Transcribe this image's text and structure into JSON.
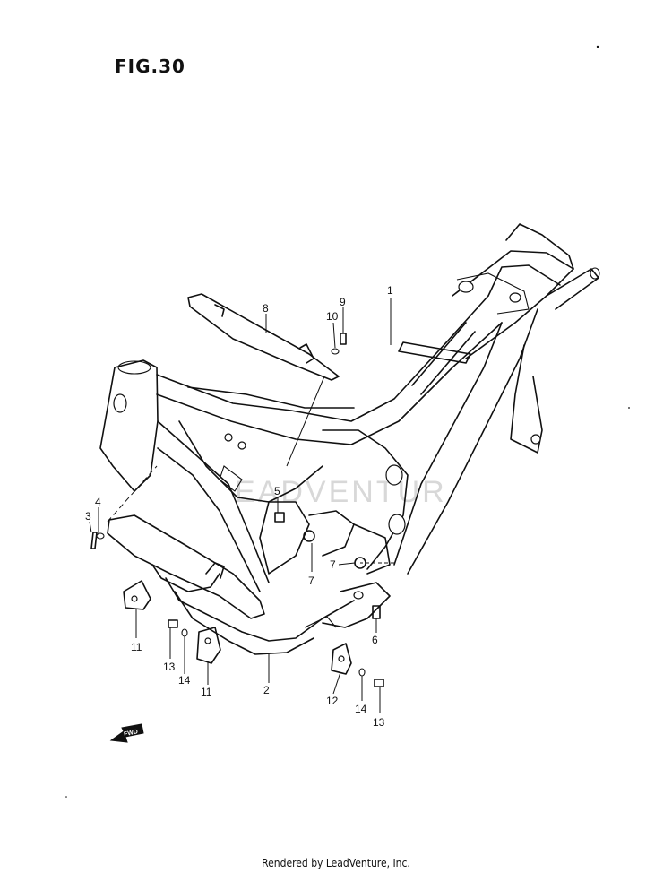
{
  "title": "FIG.30",
  "footer": "Rendered by LeadVenture, Inc.",
  "watermark": "EADVENTUR",
  "fwd_label": "FWD",
  "callouts": [
    "1",
    "8",
    "9",
    "10",
    "5",
    "4",
    "3",
    "7",
    "7",
    "6",
    "11",
    "13",
    "14",
    "11",
    "2",
    "12",
    "14",
    "13"
  ]
}
